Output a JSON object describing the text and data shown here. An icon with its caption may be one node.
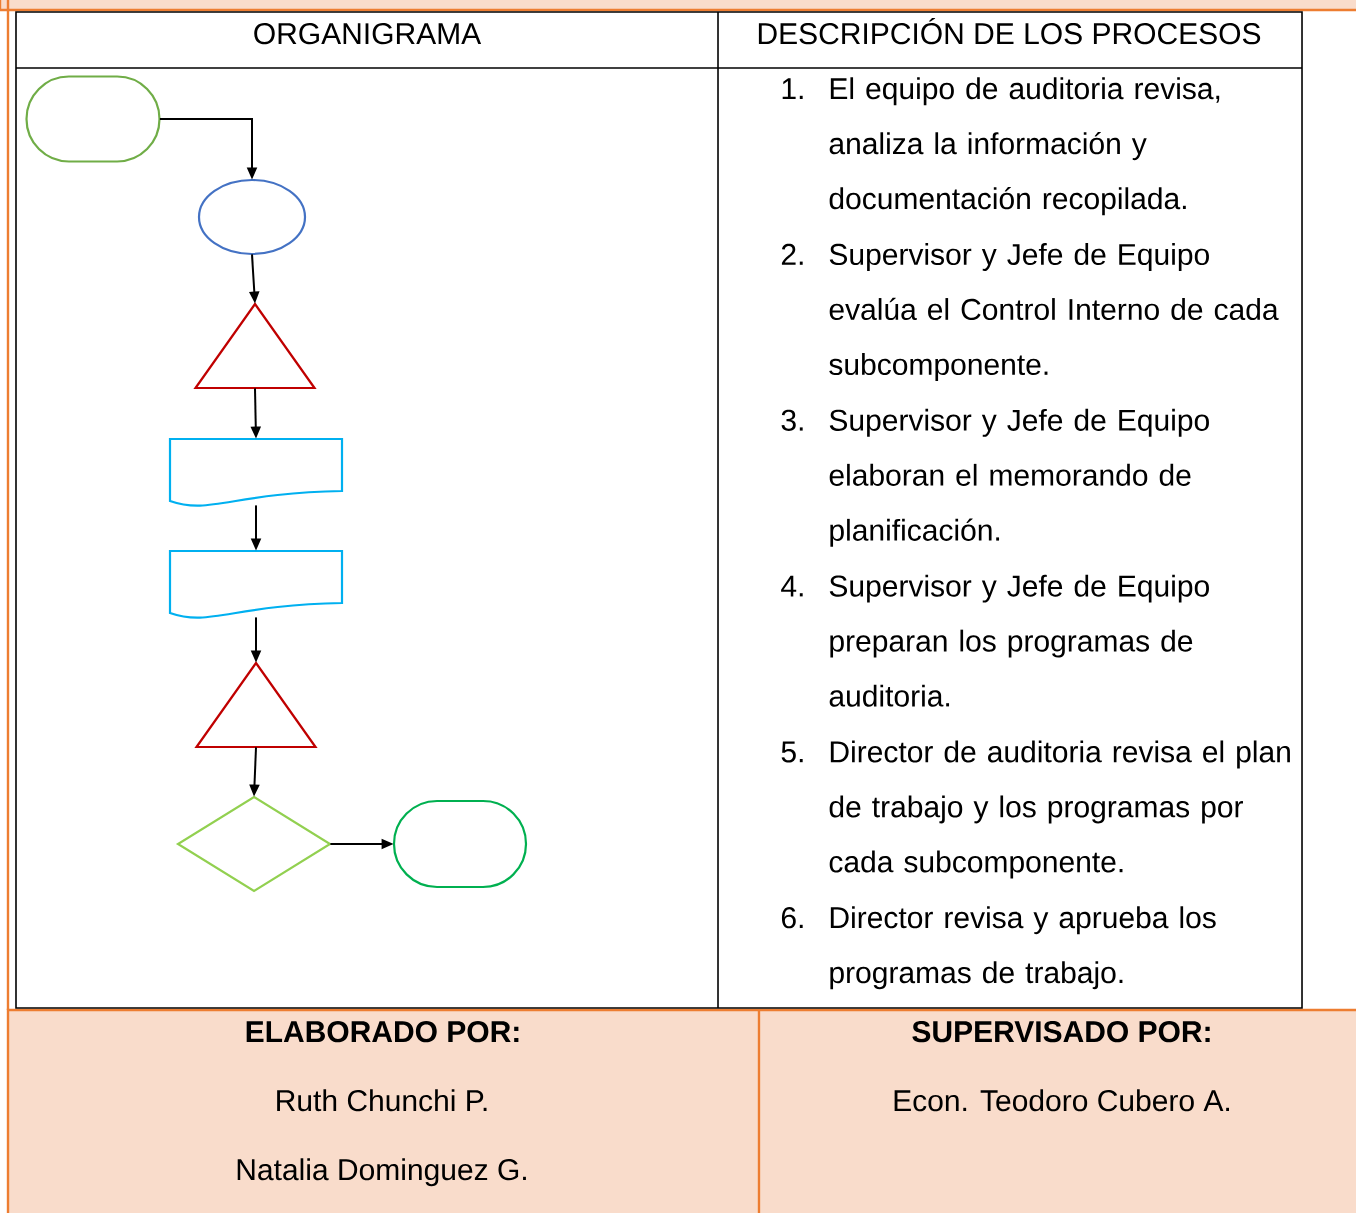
{
  "diagram": {
    "nodes": [
      {
        "text": [],
        "shape": "terminal"
      },
      {
        "text": [],
        "shape": "ellipse"
      },
      {
        "text": [],
        "shape": "triangle"
      },
      {
        "text": [],
        "shape": "document"
      },
      {
        "text": [],
        "shape": "document"
      },
      {
        "text": [],
        "shape": "triangle"
      },
      {
        "text": [],
        "shape": "diamond"
      },
      {
        "text": [],
        "shape": "terminal"
      }
    ],
    "edges": [
      {
        "from": 0,
        "to": 1,
        "arrow": "to"
      },
      {
        "from": 1,
        "to": 2,
        "arrow": "to"
      },
      {
        "from": 2,
        "to": 3,
        "arrow": "to"
      },
      {
        "from": 3,
        "to": 4,
        "arrow": "to"
      },
      {
        "from": 4,
        "to": 5,
        "arrow": "to"
      },
      {
        "from": 5,
        "to": 6,
        "arrow": "to"
      },
      {
        "from": 6,
        "to": 7,
        "arrow": "to"
      }
    ],
    "labels": [
      "ORGANIGRAMA",
      "DESCRIPCIÓN DE LOS PROCESOS",
      "1.",
      "El equipo de auditoria revisa, analiza la información y documentación recopilada.",
      "2.",
      "Supervisor y Jefe de Equipo evalúa el Control Interno de cada subcomponente.",
      "3.",
      "Supervisor y Jefe de Equipo elaboran el memorando de planificación.",
      "4.",
      "Supervisor y Jefe de Equipo preparan los programas de auditoria.",
      "5.",
      "Director de auditoria revisa el plan de trabajo y los programas por cada subcomponente.",
      "6.",
      "Director revisa y aprueba los programas de trabajo.",
      "ELABORADO POR:",
      "Ruth Chunchi P.",
      "Natalia Dominguez G.",
      "SUPERVISADO POR:",
      "Econ. Teodoro Cubero A."
    ]
  }
}
